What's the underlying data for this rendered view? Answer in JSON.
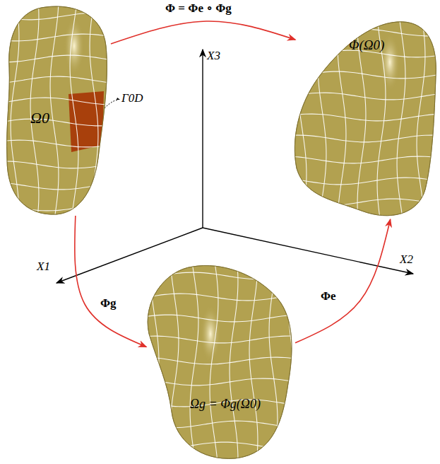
{
  "diagram": {
    "nodes": [
      {
        "text": [
          "Ω0"
        ]
      },
      {
        "text": [
          "Φ(Ω0)"
        ]
      },
      {
        "text": [
          "Ωg = Φg(Ω0)"
        ]
      }
    ],
    "edges": [
      {
        "from": 0,
        "to": 1,
        "arrow": "to",
        "label": "Φ = Φe ∘ Φg"
      },
      {
        "from": 0,
        "to": 2,
        "arrow": "to",
        "label": "Φg"
      },
      {
        "from": 2,
        "to": 1,
        "arrow": "to",
        "label": "Φe"
      }
    ],
    "labels": [
      "X3",
      "X1",
      "X2",
      "Γ0D"
    ]
  }
}
